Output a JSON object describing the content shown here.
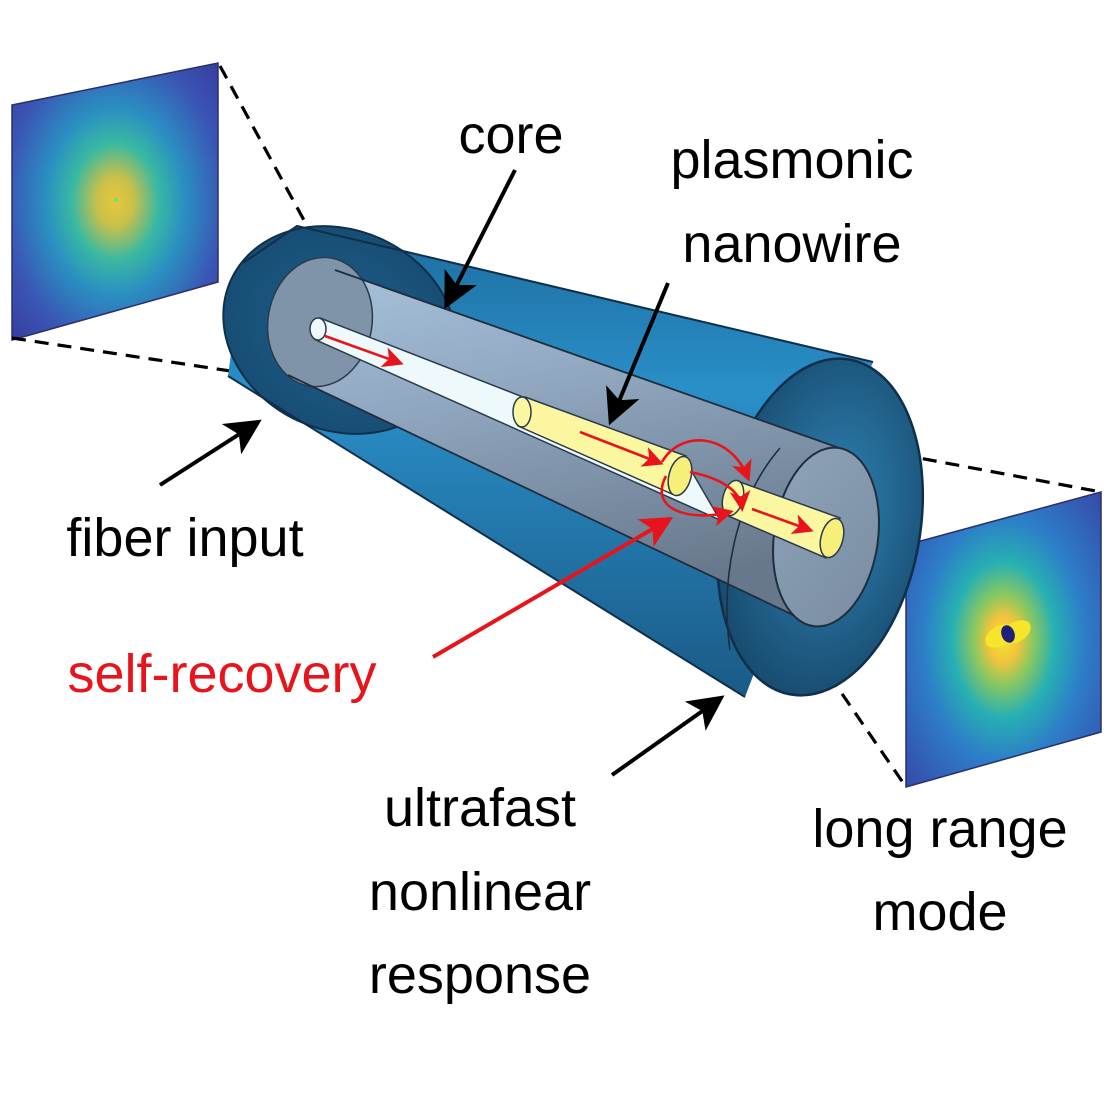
{
  "labels": {
    "core": "core",
    "plasmonic": "plasmonic",
    "nanowire": "nanowire",
    "fiber_input": "fiber input",
    "self_recovery": "self-recovery",
    "ultrafast": "ultrafast",
    "nonlinear": "nonlinear",
    "response": "response",
    "long_range": "long range",
    "mode": "mode"
  },
  "colors": {
    "text": "#000000",
    "self_recovery": "#e8141c",
    "cladding_dark": "#17486b",
    "cladding_light": "#2a8fc8",
    "core": "#7a8ea3",
    "nanowire_gold": "#fbf7a0",
    "dielectric_gap": "#eef9fb",
    "field_arrow": "#e8141c",
    "profile_bg": "#35379c"
  },
  "icons": {
    "input_profile": "gaussian-mode-profile-icon",
    "output_profile": "dipole-mode-profile-icon"
  }
}
